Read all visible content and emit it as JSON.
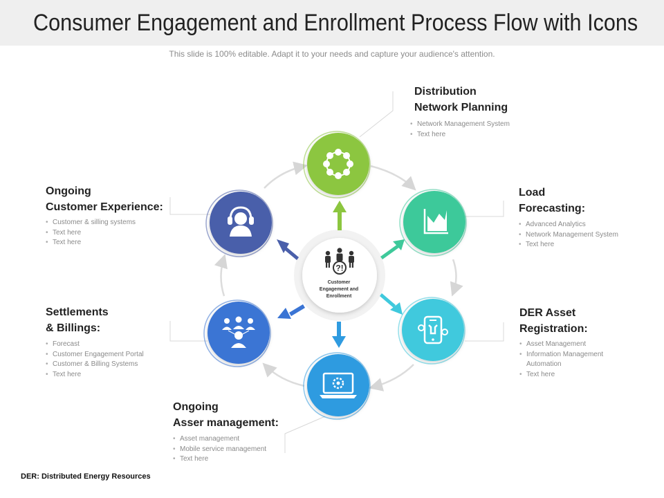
{
  "header": {
    "title": "Consumer Engagement and Enrollment Process Flow with Icons",
    "subtitle": "This slide is 100% editable. Adapt it to your needs and capture your audience's attention."
  },
  "center": {
    "label_line1": "Customer",
    "label_line2": "Engagement and",
    "label_line3": "Enrollment",
    "icon": "people-question-icon"
  },
  "nodes": [
    {
      "id": "distribution",
      "title_line1": "Distribution",
      "title_line2": "Network Planning",
      "icon": "network-icon",
      "color": "#8cc63f",
      "bullets": [
        "Network Management  System",
        "Text here"
      ]
    },
    {
      "id": "load",
      "title_line1": "Load",
      "title_line2": "Forecasting:",
      "icon": "chart-icon",
      "color": "#3ec99a",
      "bullets": [
        "Advanced Analytics",
        "Network Management  System",
        "Text here"
      ]
    },
    {
      "id": "der",
      "title_line1": "DER Asset",
      "title_line2": "Registration:",
      "icon": "phone-tools-icon",
      "color": "#3fc9dd",
      "bullets": [
        "Asset Management",
        "Information   Management",
        "Automation",
        "Text here"
      ]
    },
    {
      "id": "asset",
      "title_line1": "Ongoing",
      "title_line2": "Asser management:",
      "icon": "laptop-gear-icon",
      "color": "#2f9be0",
      "bullets": [
        "Asset management",
        "Mobile service management",
        "Text here"
      ]
    },
    {
      "id": "settlements",
      "title_line1": "Settlements",
      "title_line2": "& Billings:",
      "icon": "team-icon",
      "color": "#3a74d4",
      "bullets": [
        "Forecast",
        "Customer Engagement  Portal",
        "Customer & Billing Systems",
        "Text here"
      ]
    },
    {
      "id": "experience",
      "title_line1": "Ongoing",
      "title_line2": "Customer Experience:",
      "icon": "headset-icon",
      "color": "#4a5faa",
      "bullets": [
        "Customer & silling systems",
        "Text here",
        "Text here"
      ]
    }
  ],
  "footnote": "DER: Distributed Energy Resources"
}
